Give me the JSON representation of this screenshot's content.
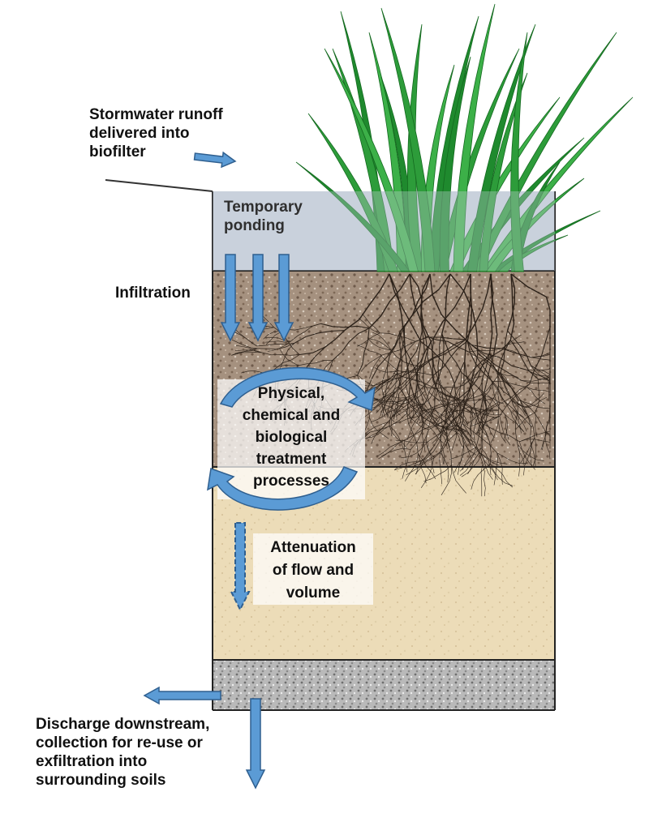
{
  "labels": {
    "stormwater": [
      "Stormwater runoff",
      "delivered into",
      "biofilter"
    ],
    "ponding": [
      "Temporary",
      "ponding"
    ],
    "infiltration": "Infiltration",
    "treatment": [
      "Physical,",
      "chemical and",
      "biological",
      "treatment",
      "processes"
    ],
    "attenuation": [
      "Attenuation",
      "of flow and",
      "volume"
    ],
    "discharge": [
      "Discharge downstream,",
      "collection for re-use or",
      "exfiltration into",
      "surrounding soils"
    ]
  },
  "colors": {
    "ponding": "#c9d2dc",
    "filter_media": "#9c8878",
    "sand": "#ecdcb8",
    "gravel": "#c2c2c2",
    "arrow_blue": "#5b9bd5",
    "arrow_outline": "#2f5f8f",
    "grass_dark": "#1f8a2e",
    "grass_light": "#3cb048"
  },
  "icons": [
    "flow-arrow-icon",
    "cycle-arrow-icon",
    "plant-icon",
    "roots-icon"
  ]
}
